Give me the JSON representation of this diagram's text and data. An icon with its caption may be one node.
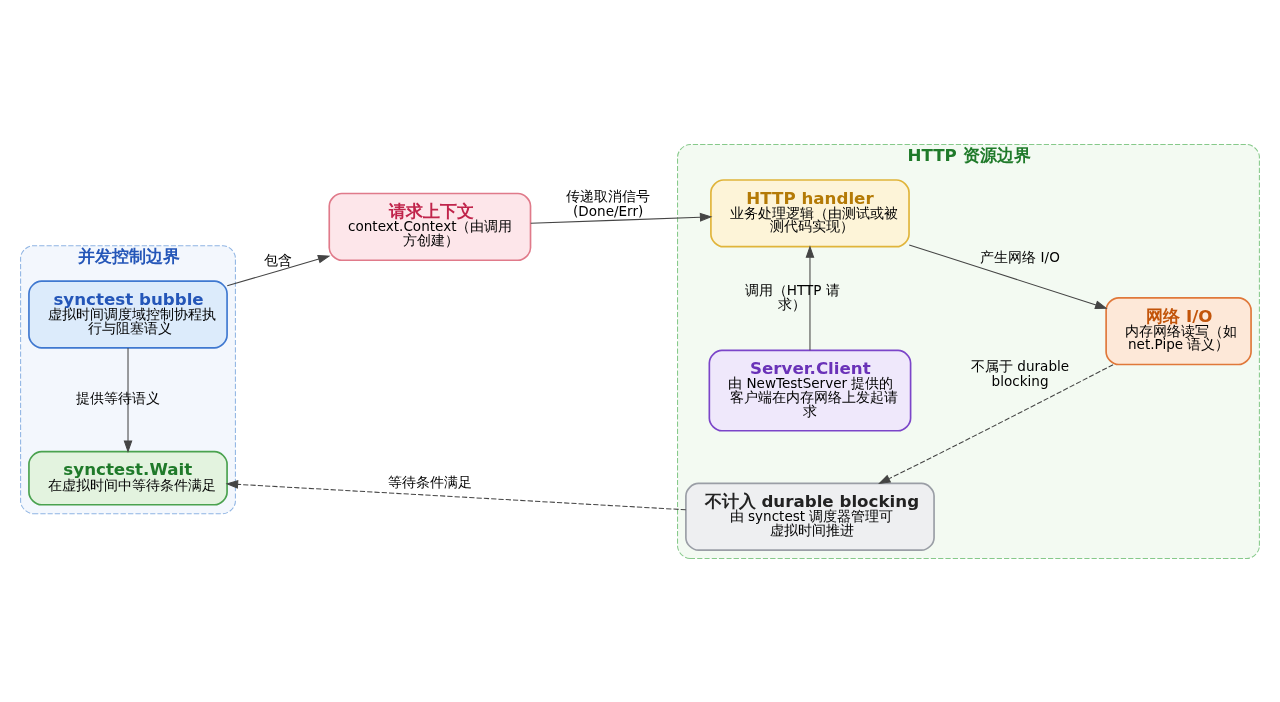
{
  "diagram": {
    "nodes": [
      {
        "text": [
          "并发控制边界"
        ]
      },
      {
        "text": [
          "synctest bubble",
          "虚拟时间调度域控制协程执行与阻塞语义"
        ],
        "in": 0
      },
      {
        "text": [
          "synctest.Wait",
          "在虚拟时间中等待条件满足"
        ],
        "in": 0
      },
      {
        "text": [
          "HTTP 资源边界"
        ]
      },
      {
        "text": [
          "Server.Client",
          "由 NewTestServer 提供的客户端在内存网络上发起请求"
        ],
        "in": 3
      },
      {
        "text": [
          "请求上下文",
          "context.Context（由调用方创建）"
        ]
      },
      {
        "text": [
          "HTTP handler",
          "业务处理逻辑（由测试或被测代码实现）"
        ],
        "in": 3
      },
      {
        "text": [
          "网络 I/O",
          "内存网络读写（如 net.Pipe 语义）"
        ],
        "in": 3
      },
      {
        "text": [
          "不计入 durable blocking",
          "由 synctest 调度器管理可虚拟时间推进"
        ],
        "in": 3
      }
    ],
    "edges": [
      {
        "from": 1,
        "to": 5,
        "arrow": "to",
        "label": "包含"
      },
      {
        "from": 1,
        "to": 2,
        "arrow": "to",
        "label": "提供等待语义"
      },
      {
        "from": 4,
        "to": 6,
        "arrow": "to",
        "label": "调用（HTTP 请求）"
      },
      {
        "from": 5,
        "to": 6,
        "arrow": "to",
        "label": "传递取消信号 (Done/Err)"
      },
      {
        "from": 6,
        "to": 7,
        "arrow": "to",
        "label": "产生网络 I/O"
      },
      {
        "from": 7,
        "to": 8,
        "arrow": "to",
        "label": "不属于 durable blocking",
        "style": "dashed"
      },
      {
        "from": 8,
        "to": 2,
        "arrow": "to",
        "label": "等待条件满足",
        "style": "dashed"
      }
    ]
  }
}
